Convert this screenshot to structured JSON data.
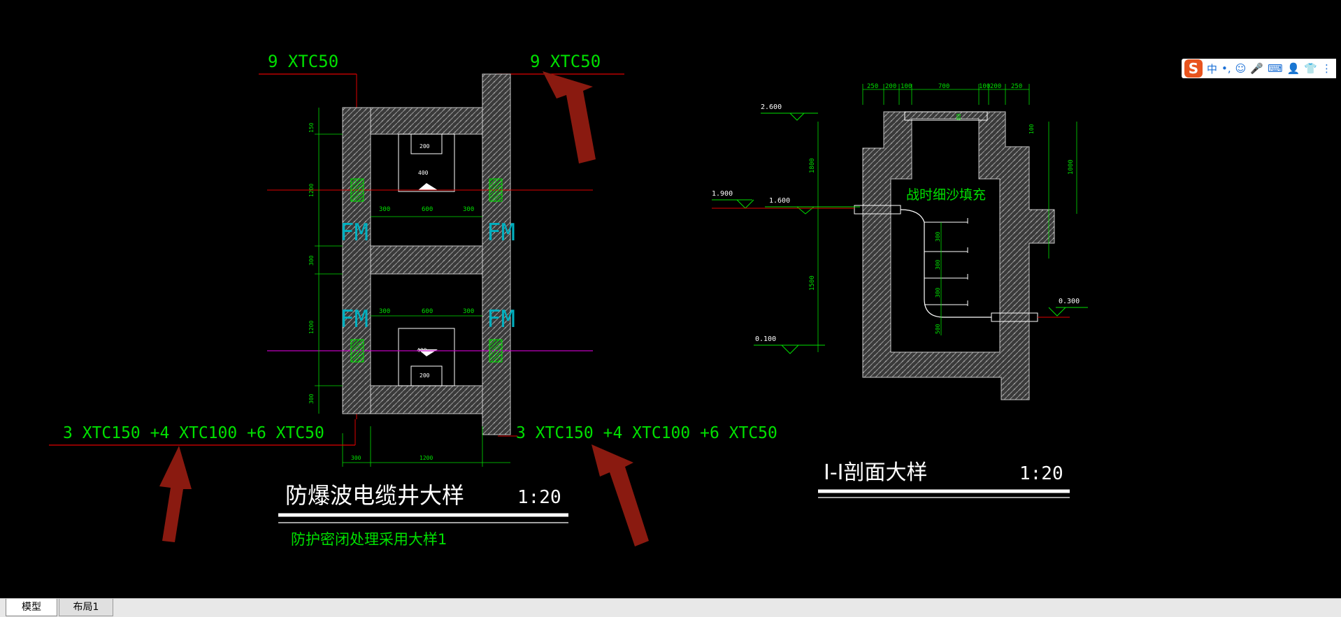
{
  "drawing": {
    "left": {
      "top_cable_left": "9 XTC50",
      "top_cable_right": "9 XTC50",
      "bottom_cable_left": "3 XTC150 +4 XTC100 +6 XTC50",
      "bottom_cable_right": "3 XTC150 +4 XTC100 +6 XTC50",
      "fm": "FM",
      "dims_top": [
        "300",
        "600",
        "300"
      ],
      "dims_mid": [
        "300",
        "600",
        "300"
      ],
      "dims_left": [
        "150",
        "1200",
        "300",
        "1200",
        "300"
      ],
      "dims_bottom": [
        "300",
        "1200"
      ],
      "inner_top": [
        "200",
        "400"
      ],
      "inner_bottom": [
        "400",
        "200"
      ],
      "title": "防爆波电缆井大样",
      "scale": "1:20",
      "subtitle": "防护密闭处理采用大样1"
    },
    "right": {
      "dims_top": [
        "250",
        "200",
        "100",
        "700",
        "100",
        "200",
        "250"
      ],
      "dim_left_upper": "1800",
      "dim_left_lower": "1500",
      "dim_right": "1000",
      "dim_right_small": "100",
      "dim_cover": "80",
      "elev_2600": "2.600",
      "elev_1900": "1.900",
      "elev_1600": "1.600",
      "elev_0100": "0.100",
      "elev_0300": "0.300",
      "note": "战时细沙填充",
      "inner_dims": [
        "300",
        "300",
        "300",
        "500"
      ],
      "title": "I-I剖面大样",
      "scale": "1:20"
    }
  },
  "ime": {
    "logo": "S",
    "mode": "中",
    "items": [
      "•,",
      "☺",
      "🎤",
      "⌨",
      "👤",
      "👕",
      "⋮"
    ]
  },
  "tabs": {
    "model": "模型",
    "layout1": "布局1"
  },
  "colors": {
    "background": "#000000",
    "wall": "#c8c8c8",
    "green": "#00e000",
    "red": "#e00000",
    "cyan": "#00b0c0",
    "magenta": "#c000c0",
    "arrow": "#8a1a10",
    "white": "#ffffff"
  }
}
